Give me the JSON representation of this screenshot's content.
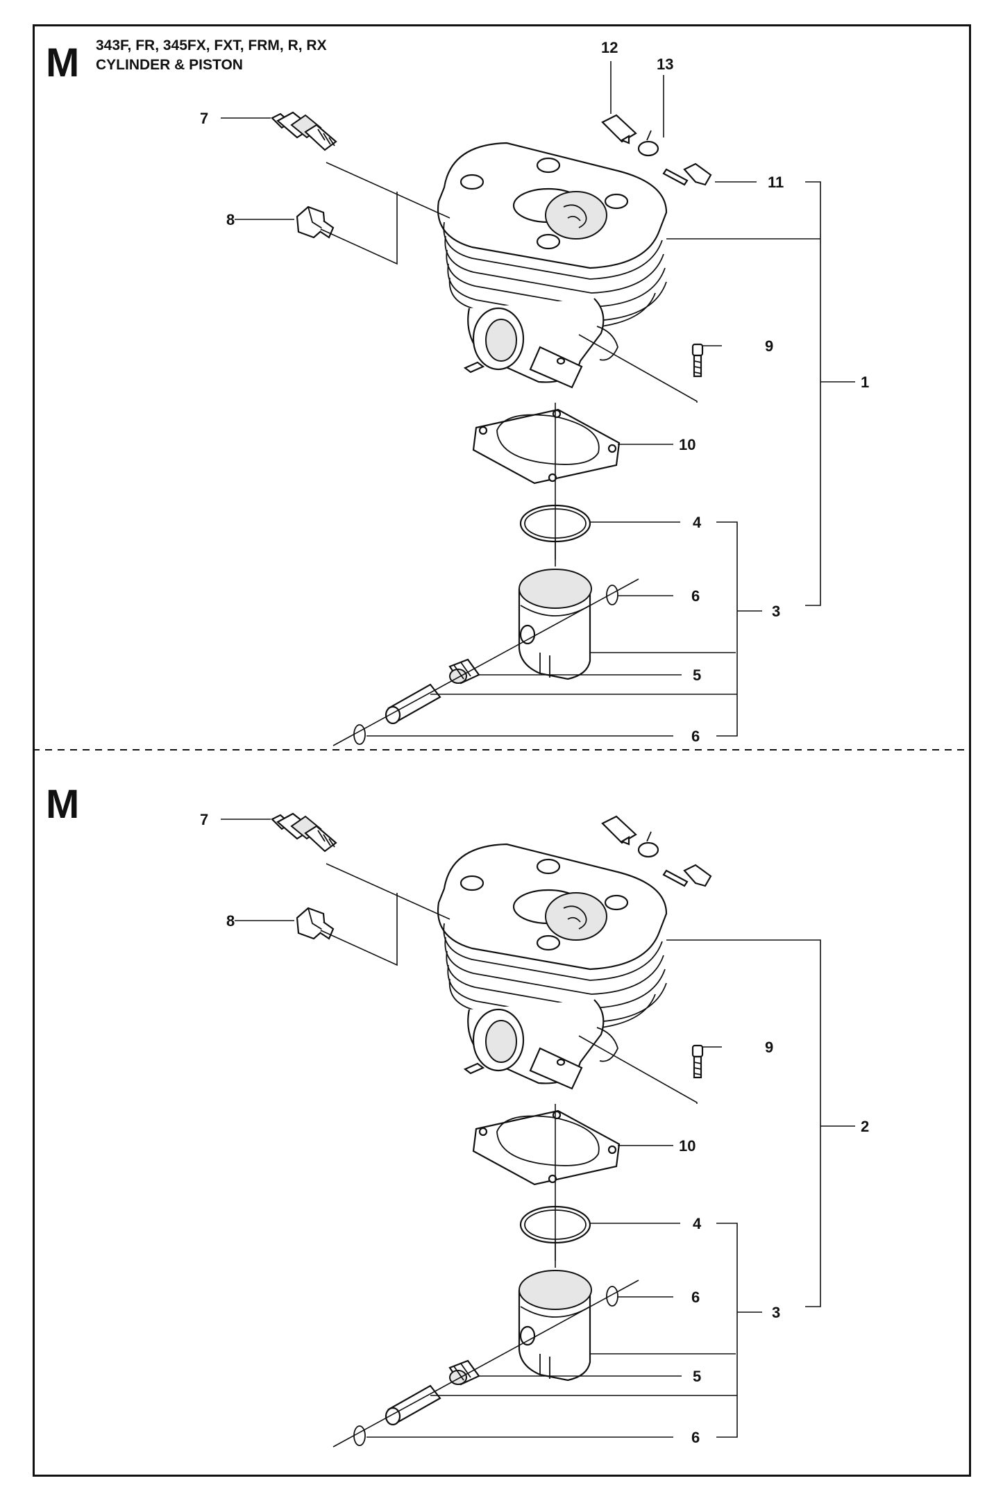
{
  "sections": [
    {
      "letter": "M",
      "models": "343F, FR, 345FX, FXT, FRM, R, RX",
      "title": "CYLINDER & PISTON",
      "callouts": {
        "c7": "7",
        "c8": "8",
        "c12": "12",
        "c13": "13",
        "c11": "11",
        "c9": "9",
        "c10": "10",
        "c1": "1",
        "c4": "4",
        "c6a": "6",
        "c3": "3",
        "c5": "5",
        "c6b": "6"
      }
    },
    {
      "letter": "M",
      "callouts": {
        "c7": "7",
        "c8": "8",
        "c9": "9",
        "c10": "10",
        "c2": "2",
        "c4": "4",
        "c6a": "6",
        "c3": "3",
        "c5": "5",
        "c6b": "6"
      }
    }
  ],
  "colors": {
    "ink": "#111111",
    "background": "#ffffff"
  }
}
